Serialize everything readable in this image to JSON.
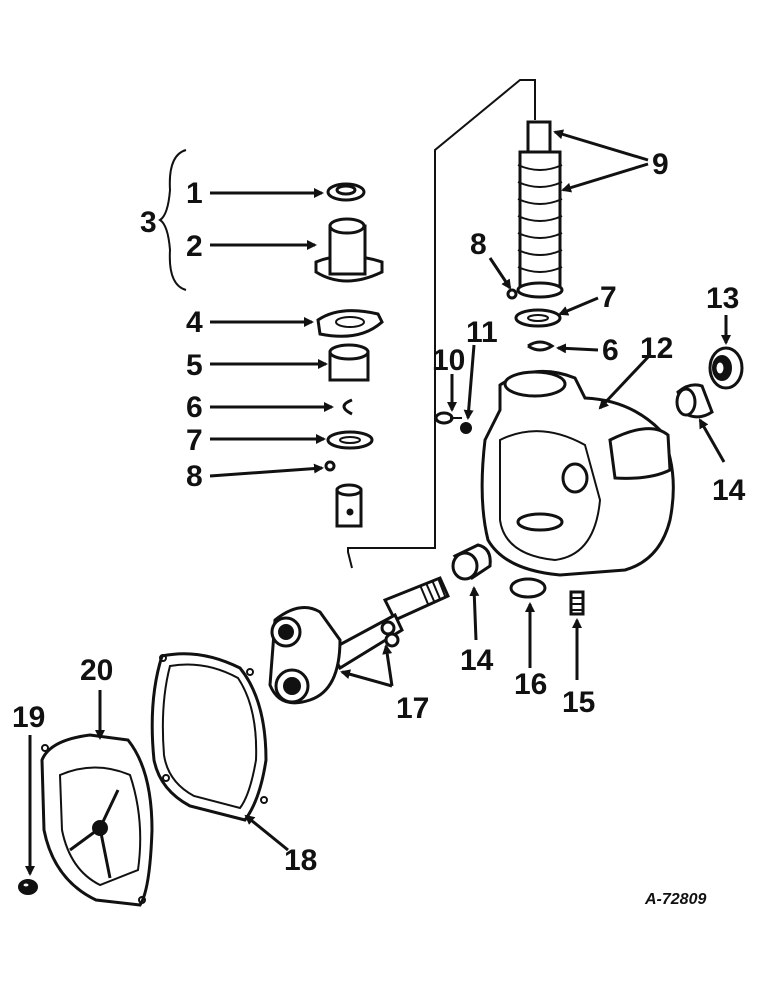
{
  "diagram": {
    "drawing_code": "A-72809",
    "callouts": {
      "c1": "1",
      "c2": "2",
      "c3": "3",
      "c4": "4",
      "c5": "5",
      "c6a": "6",
      "c7a": "7",
      "c8a": "8",
      "c8b": "8",
      "c9": "9",
      "c7b": "7",
      "c6b": "6",
      "c10": "10",
      "c11": "11",
      "c12": "12",
      "c13": "13",
      "c14a": "14",
      "c14b": "14",
      "c15": "15",
      "c16": "16",
      "c17": "17",
      "c18": "18",
      "c19": "19",
      "c20": "20"
    }
  }
}
